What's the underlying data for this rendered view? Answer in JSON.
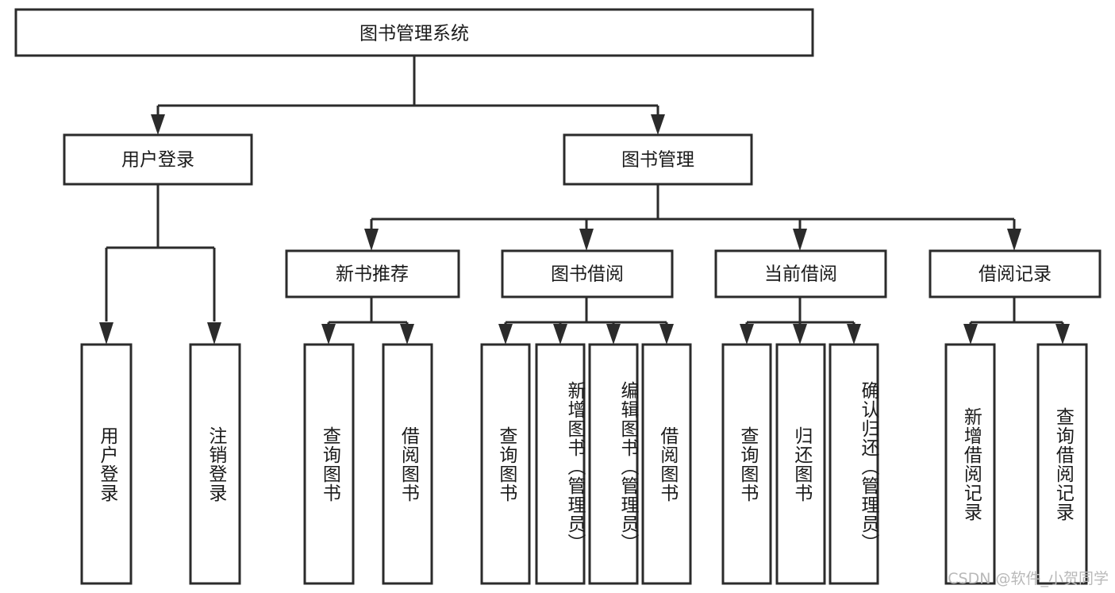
{
  "diagram": {
    "title": "图书管理系统",
    "watermark": "CSDN @软件_小贺同学",
    "root": {
      "id": "root",
      "label": "图书管理系统",
      "orientation": "horizontal"
    },
    "level2": [
      {
        "id": "user-login",
        "label": "用户登录",
        "orientation": "horizontal"
      },
      {
        "id": "book-manage",
        "label": "图书管理",
        "orientation": "horizontal"
      }
    ],
    "level3": [
      {
        "id": "new-book-recommend",
        "label": "新书推荐",
        "orientation": "horizontal",
        "parent": "book-manage"
      },
      {
        "id": "book-borrow",
        "label": "图书借阅",
        "orientation": "horizontal",
        "parent": "book-manage"
      },
      {
        "id": "current-borrow",
        "label": "当前借阅",
        "orientation": "horizontal",
        "parent": "book-manage"
      },
      {
        "id": "borrow-record",
        "label": "借阅记录",
        "orientation": "horizontal",
        "parent": "book-manage"
      }
    ],
    "leaves": [
      {
        "id": "leaf-user-login",
        "label": "用户登录",
        "orientation": "vertical",
        "parent": "user-login"
      },
      {
        "id": "leaf-user-logout",
        "label": "注销登录",
        "orientation": "vertical",
        "parent": "user-login"
      },
      {
        "id": "leaf-query-book-1",
        "label": "查询图书",
        "orientation": "vertical",
        "parent": "new-book-recommend"
      },
      {
        "id": "leaf-borrow-book-1",
        "label": "借阅图书",
        "orientation": "vertical",
        "parent": "new-book-recommend"
      },
      {
        "id": "leaf-query-book-2",
        "label": "查询图书",
        "orientation": "vertical",
        "parent": "book-borrow"
      },
      {
        "id": "leaf-add-book",
        "label": "新增图书（管理员）",
        "orientation": "vertical",
        "parent": "book-borrow"
      },
      {
        "id": "leaf-edit-book",
        "label": "编辑图书（管理员）",
        "orientation": "vertical",
        "parent": "book-borrow"
      },
      {
        "id": "leaf-borrow-book-2",
        "label": "借阅图书",
        "orientation": "vertical",
        "parent": "book-borrow"
      },
      {
        "id": "leaf-query-book-3",
        "label": "查询图书",
        "orientation": "vertical",
        "parent": "current-borrow"
      },
      {
        "id": "leaf-return-book",
        "label": "归还图书",
        "orientation": "vertical",
        "parent": "current-borrow"
      },
      {
        "id": "leaf-confirm-return",
        "label": "确认归还（管理员）",
        "orientation": "vertical",
        "parent": "current-borrow"
      },
      {
        "id": "leaf-add-record",
        "label": "新增借阅记录",
        "orientation": "vertical",
        "parent": "borrow-record"
      },
      {
        "id": "leaf-query-record",
        "label": "查询借阅记录",
        "orientation": "vertical",
        "parent": "borrow-record"
      }
    ],
    "colors": {
      "stroke": "#2b2b2b",
      "fill": "#ffffff",
      "text": "#1a1a1a",
      "watermark": "#b9b9b9"
    }
  }
}
